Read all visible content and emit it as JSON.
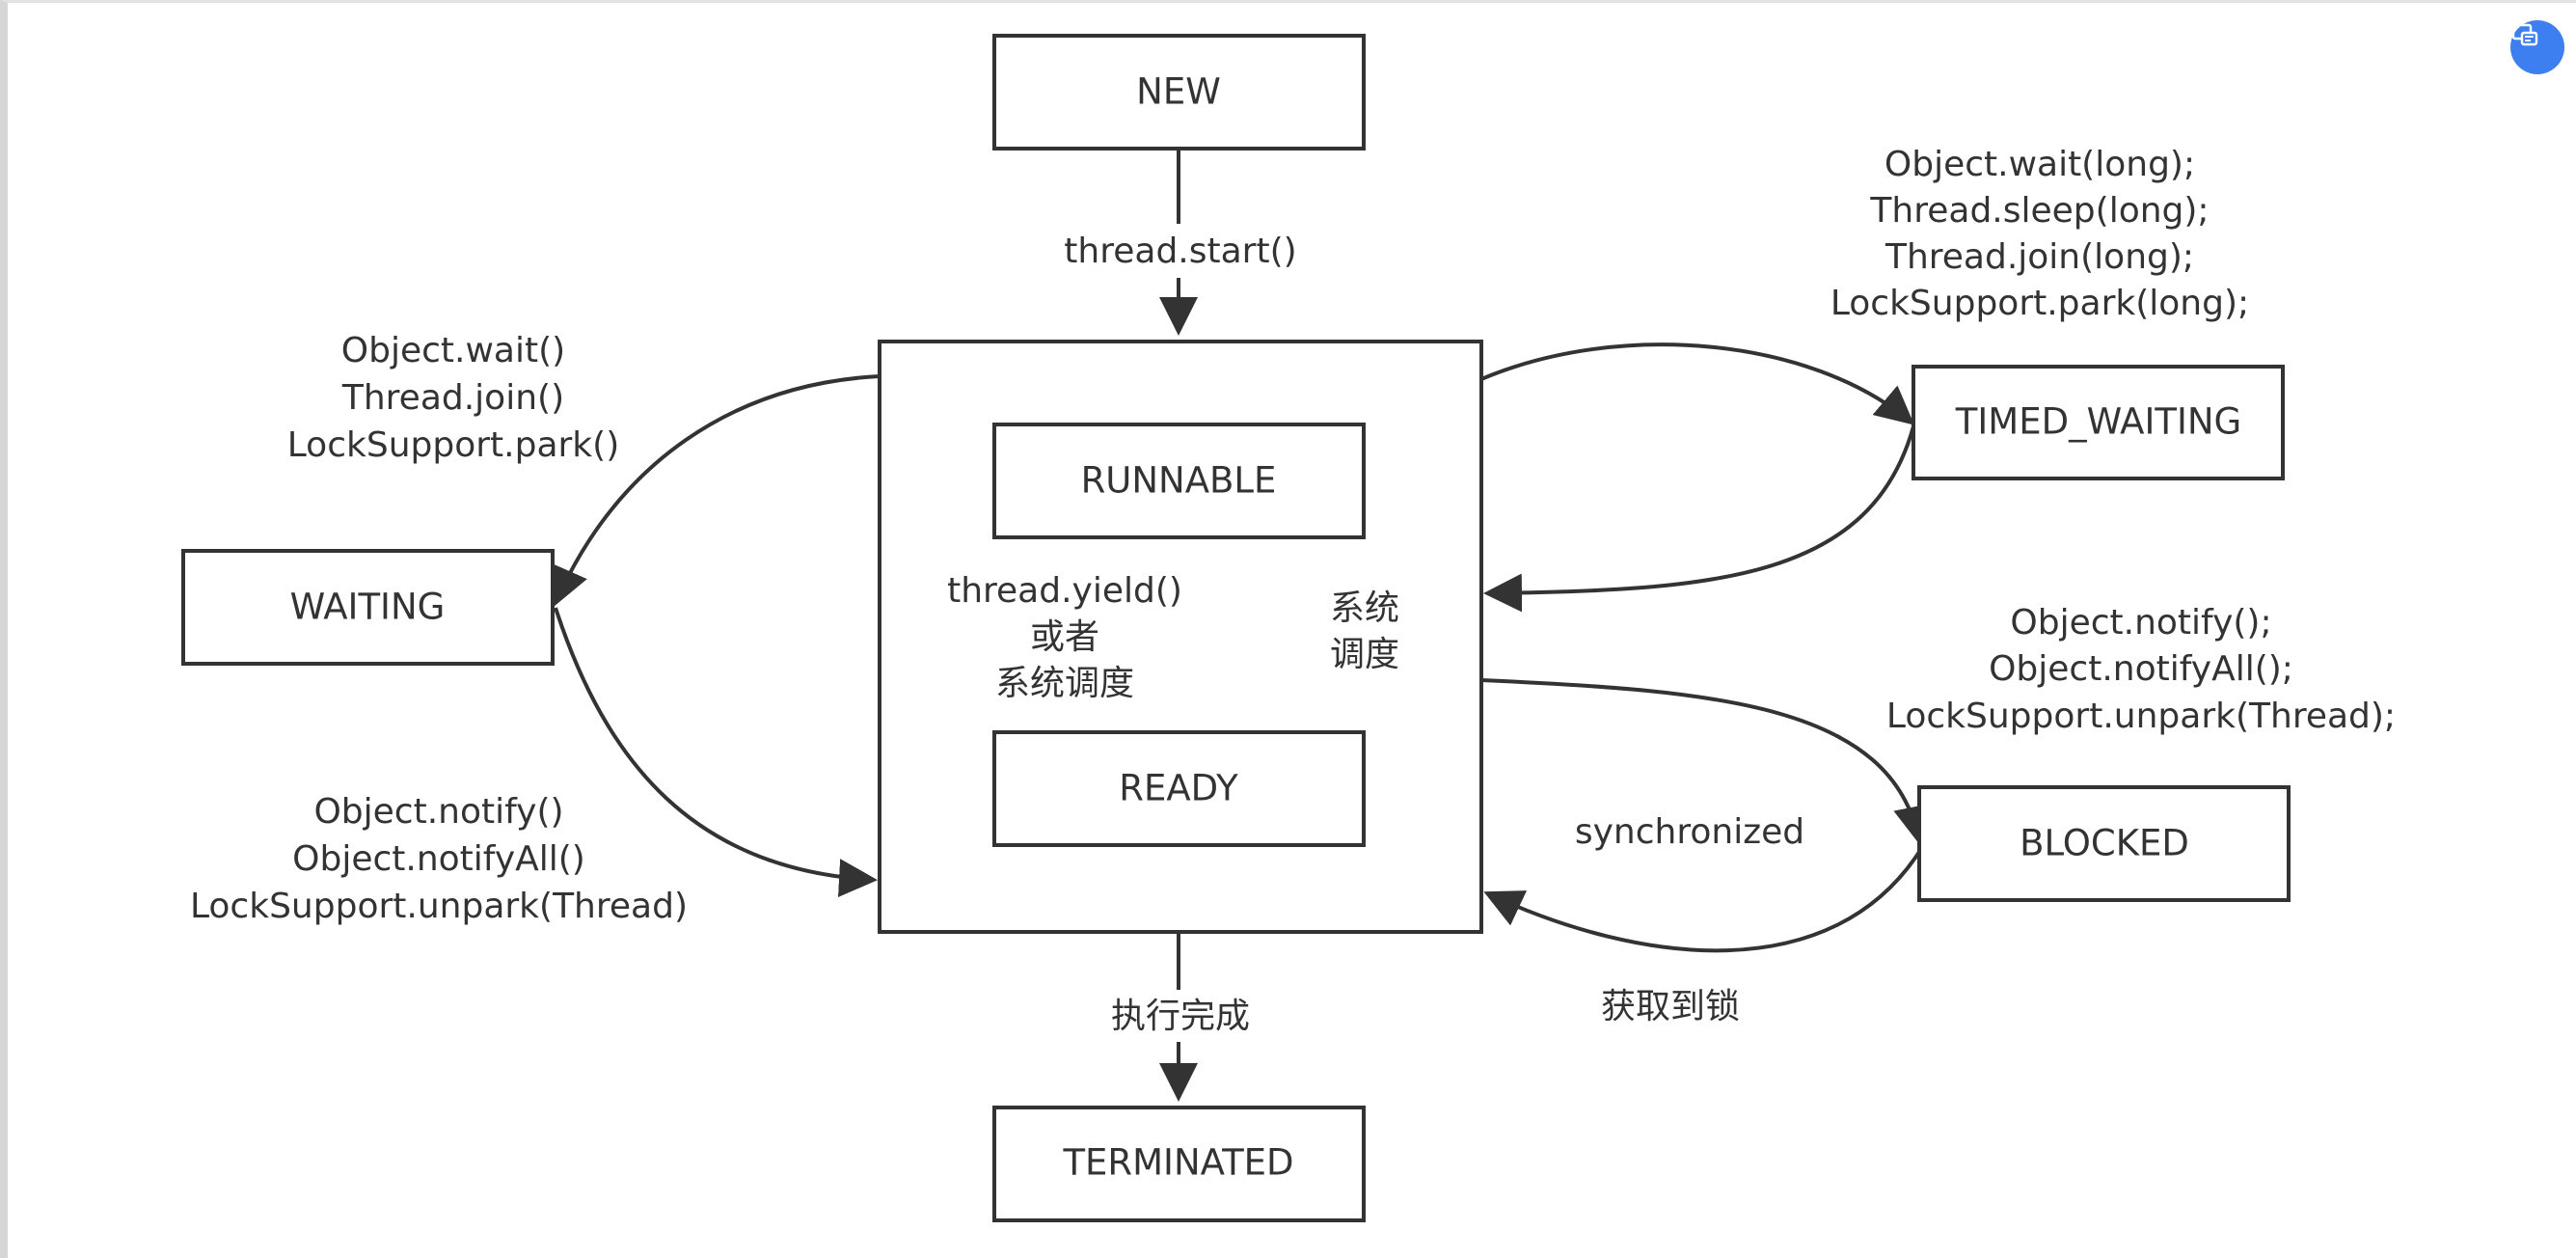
{
  "diagram": {
    "states": {
      "new": "NEW",
      "runnable": "RUNNABLE",
      "ready": "READY",
      "waiting": "WAITING",
      "timed_waiting": "TIMED_WAITING",
      "blocked": "BLOCKED",
      "terminated": "TERMINATED"
    },
    "edges": {
      "start": "thread.start()",
      "to_waiting": [
        "Object.wait()",
        "Thread.join()",
        "LockSupport.park()"
      ],
      "from_waiting": [
        "Object.notify()",
        "Object.notifyAll()",
        "LockSupport.unpark(Thread)"
      ],
      "to_timed_waiting": [
        "Object.wait(long);",
        "Thread.sleep(long);",
        "Thread.join(long);",
        "LockSupport.park(long);"
      ],
      "from_timed_waiting": [
        "Object.notify();",
        "Object.notifyAll();",
        "LockSupport.unpark(Thread);"
      ],
      "to_blocked": "synchronized",
      "from_blocked": "获取到锁",
      "runnable_to_ready": [
        "thread.yield()",
        "或者",
        "系统调度"
      ],
      "ready_to_runnable": [
        "系统",
        "调度"
      ],
      "finish": "执行完成"
    }
  },
  "toolbar": {
    "badge_icon": "screenshot-toolbar-icon",
    "badge_color": "#3d7ff0"
  }
}
